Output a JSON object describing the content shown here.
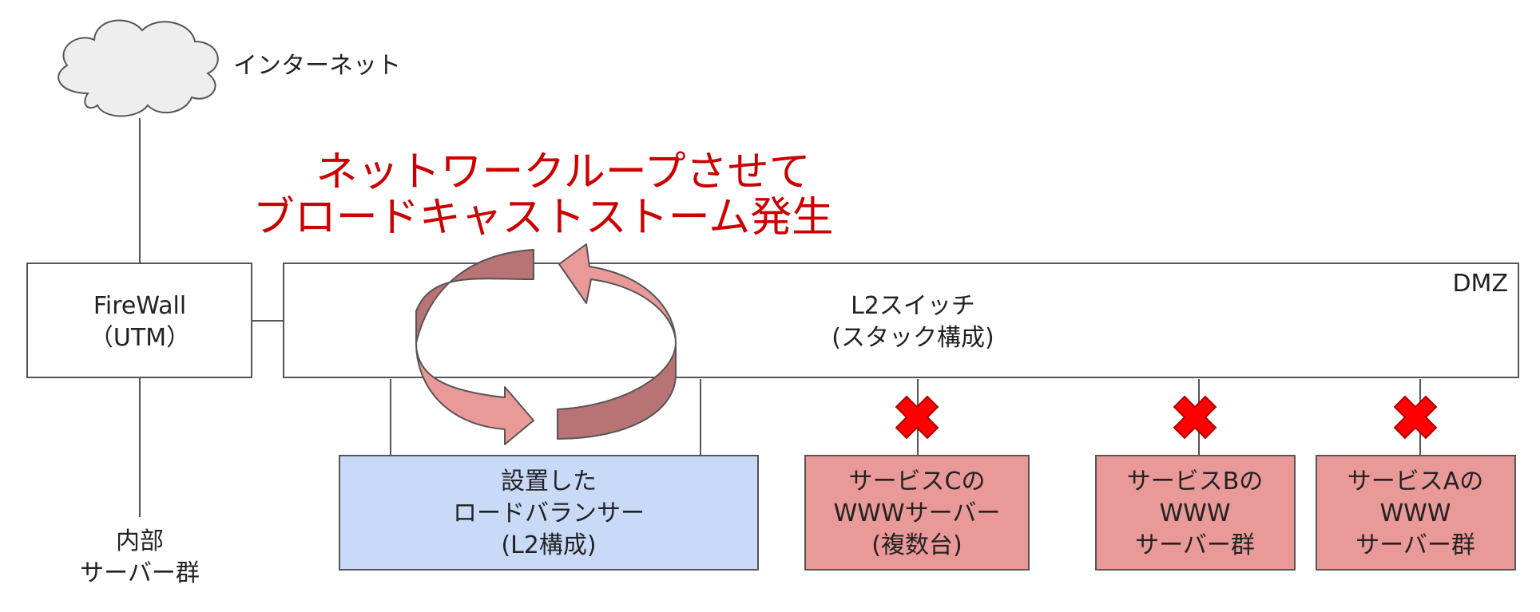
{
  "internet": {
    "label": "インターネット"
  },
  "title": {
    "line1": "ネットワークループさせて",
    "line2": "ブロードキャストストーム発生"
  },
  "firewall": {
    "line1": "FireWall",
    "line2": "（UTM）"
  },
  "switch": {
    "line1": "L2スイッチ",
    "line2": "(スタック構成)",
    "zone": "DMZ"
  },
  "internal": {
    "line1": "内部",
    "line2": "サーバー群"
  },
  "loadbalancer": {
    "line1": "設置した",
    "line2": "ロードバランサー",
    "line3": "(L2構成)"
  },
  "server_c": {
    "line1": "サービスCの",
    "line2": "WWWサーバー",
    "line3": "(複数台)"
  },
  "server_b": {
    "line1": "サービスBの",
    "line2": "WWW",
    "line3": "サーバー群"
  },
  "server_a": {
    "line1": "サービスAの",
    "line2": "WWW",
    "line3": "サーバー群"
  },
  "colors": {
    "title": "#cc0000",
    "loadbalancer_fill": "#c9daf8",
    "server_fill": "#ea9999",
    "cross": "#ff0000",
    "arrow_light": "#ea9999",
    "arrow_dark": "#b87474",
    "cloud_fill": "#eeeeee"
  },
  "icons": [
    "cloud-icon",
    "loop-arrows-icon",
    "cross-icon"
  ]
}
